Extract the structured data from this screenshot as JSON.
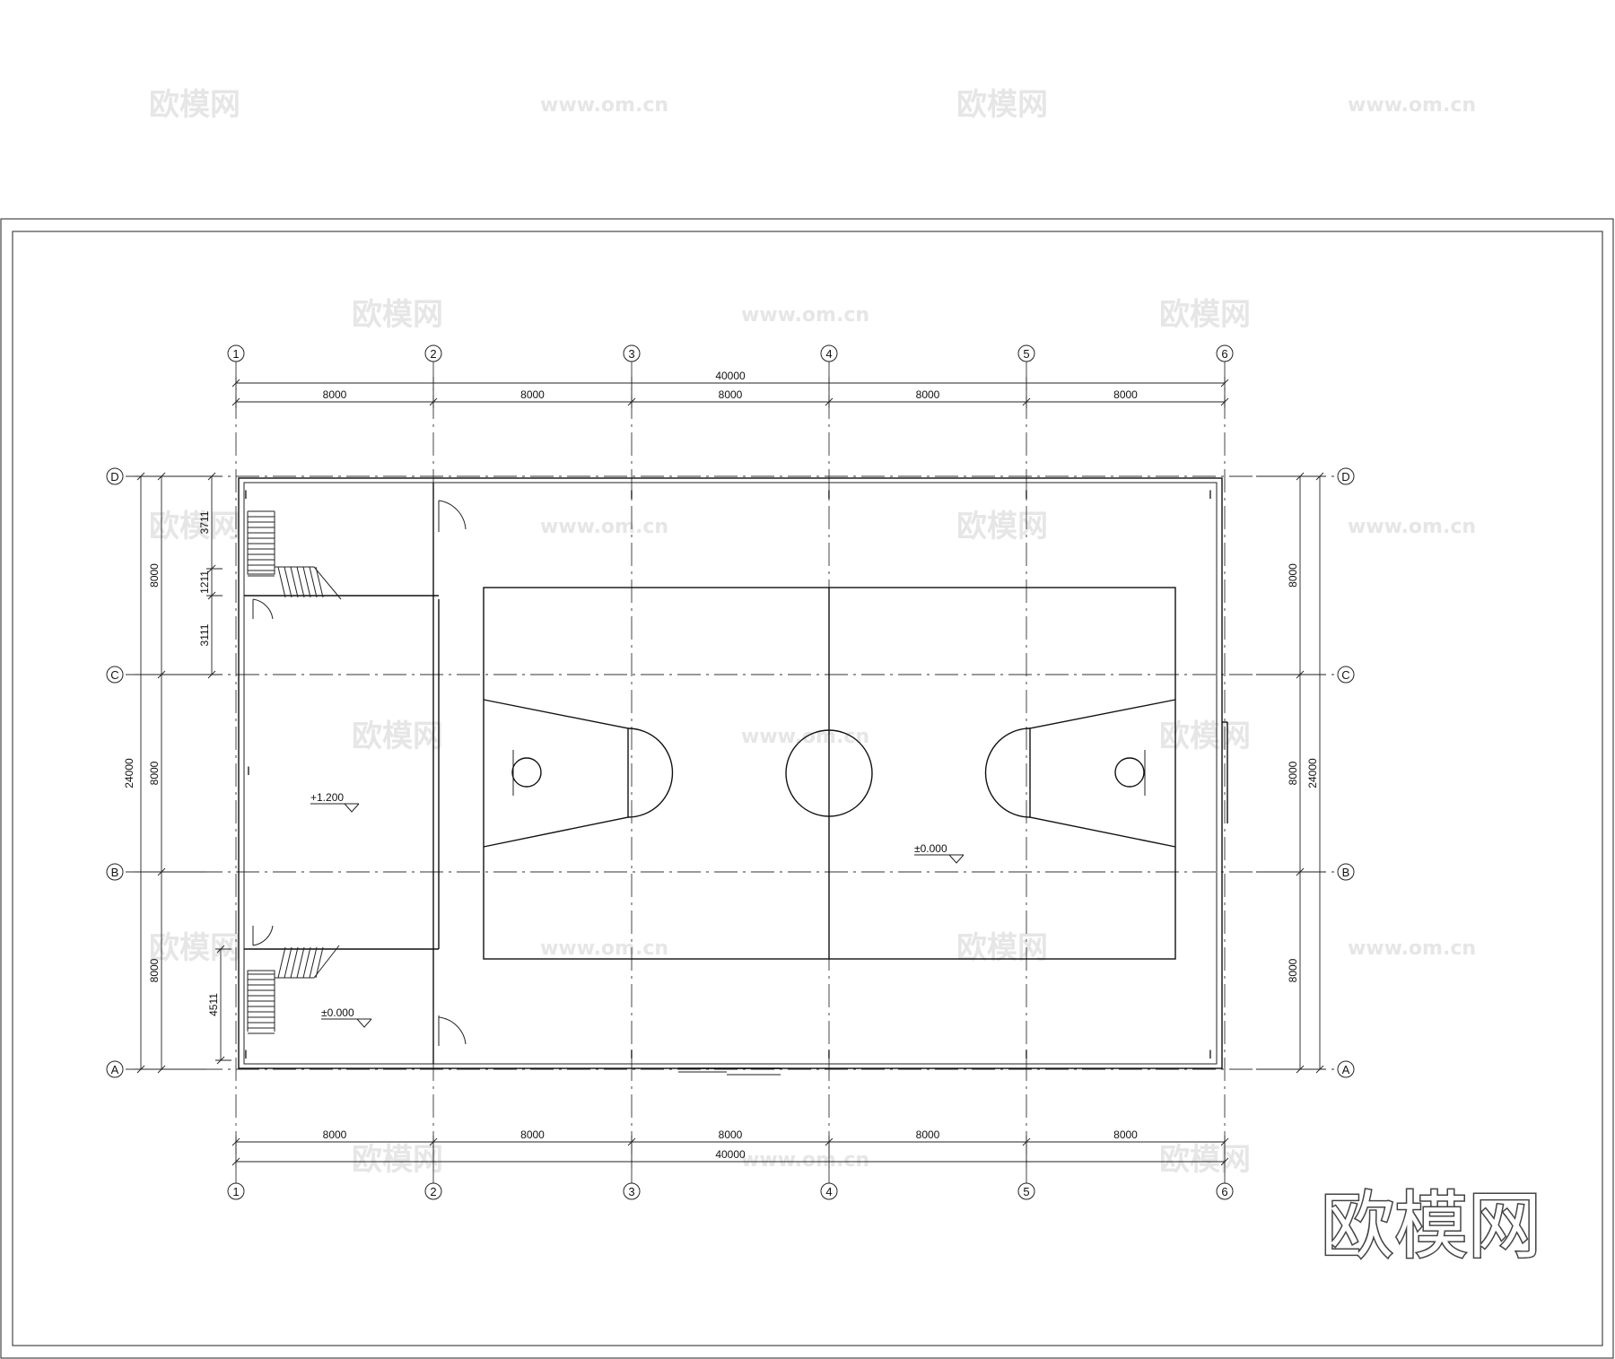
{
  "watermark": {
    "brand": "欧模网",
    "url": "www.om.cn"
  },
  "axes": {
    "columns": [
      "1",
      "2",
      "3",
      "4",
      "5",
      "6"
    ],
    "rows": [
      "D",
      "C",
      "B",
      "A"
    ]
  },
  "dimensions": {
    "top_total": "40000",
    "top_spans": [
      "8000",
      "8000",
      "8000",
      "8000",
      "8000"
    ],
    "bottom_total": "40000",
    "bottom_spans": [
      "8000",
      "8000",
      "8000",
      "8000",
      "8000"
    ],
    "left_total": "24000",
    "left_spans": [
      "8000",
      "8000",
      "8000"
    ],
    "right_total": "24000",
    "right_spans": [
      "8000",
      "8000",
      "8000"
    ],
    "stair_top": [
      "3711",
      "1211",
      "3111"
    ],
    "stair_bottom": "4511"
  },
  "levels": {
    "stage": "+1.200",
    "court": "±0.000",
    "lower_room": "±0.000"
  },
  "logo": "欧模网"
}
